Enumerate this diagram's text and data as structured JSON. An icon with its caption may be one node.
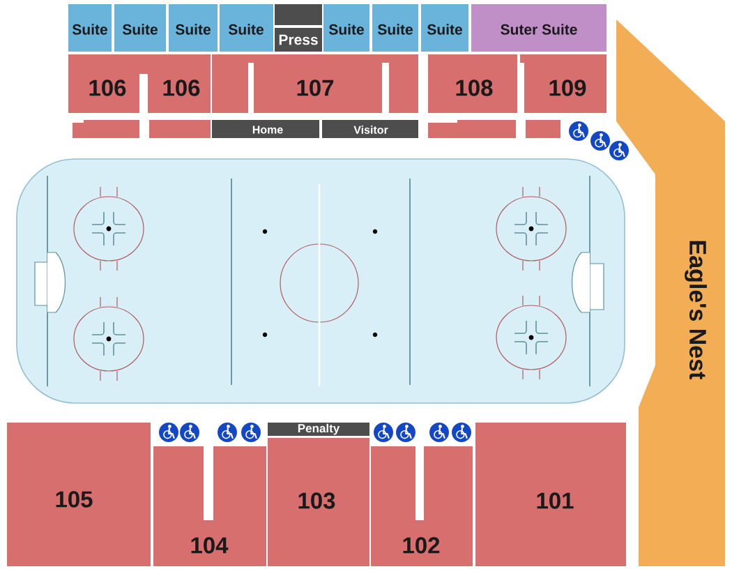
{
  "diagram": {
    "nodes": [
      {
        "text": [
          "Suite"
        ]
      },
      {
        "text": [
          "Suite"
        ]
      },
      {
        "text": [
          "Suite"
        ]
      },
      {
        "text": [
          "Suite"
        ]
      },
      {
        "text": [],
        "shape": "box"
      },
      {
        "text": [
          "Press"
        ]
      },
      {
        "text": [
          "Suite"
        ]
      },
      {
        "text": [
          "Suite"
        ]
      },
      {
        "text": [
          "Suite"
        ]
      },
      {
        "text": [
          "Suter Suite"
        ]
      },
      {
        "text": [
          "106"
        ]
      },
      {
        "text": [
          "106"
        ]
      },
      {
        "text": [
          "107"
        ]
      },
      {
        "text": [
          "108"
        ]
      },
      {
        "text": [
          "109"
        ]
      },
      {
        "text": [],
        "shape": "box"
      },
      {
        "text": [],
        "shape": "box"
      },
      {
        "text": [
          "Home"
        ]
      },
      {
        "text": [
          "Visitor"
        ]
      },
      {
        "text": [],
        "shape": "box"
      },
      {
        "text": [],
        "shape": "box"
      },
      {
        "text": [
          "Penalty"
        ]
      },
      {
        "text": [
          "105"
        ]
      },
      {
        "text": [
          "104"
        ]
      },
      {
        "text": [
          "103"
        ]
      },
      {
        "text": [
          "102"
        ]
      },
      {
        "text": [
          "101"
        ]
      },
      {
        "text": [
          "Eagle's Nest"
        ]
      }
    ]
  }
}
